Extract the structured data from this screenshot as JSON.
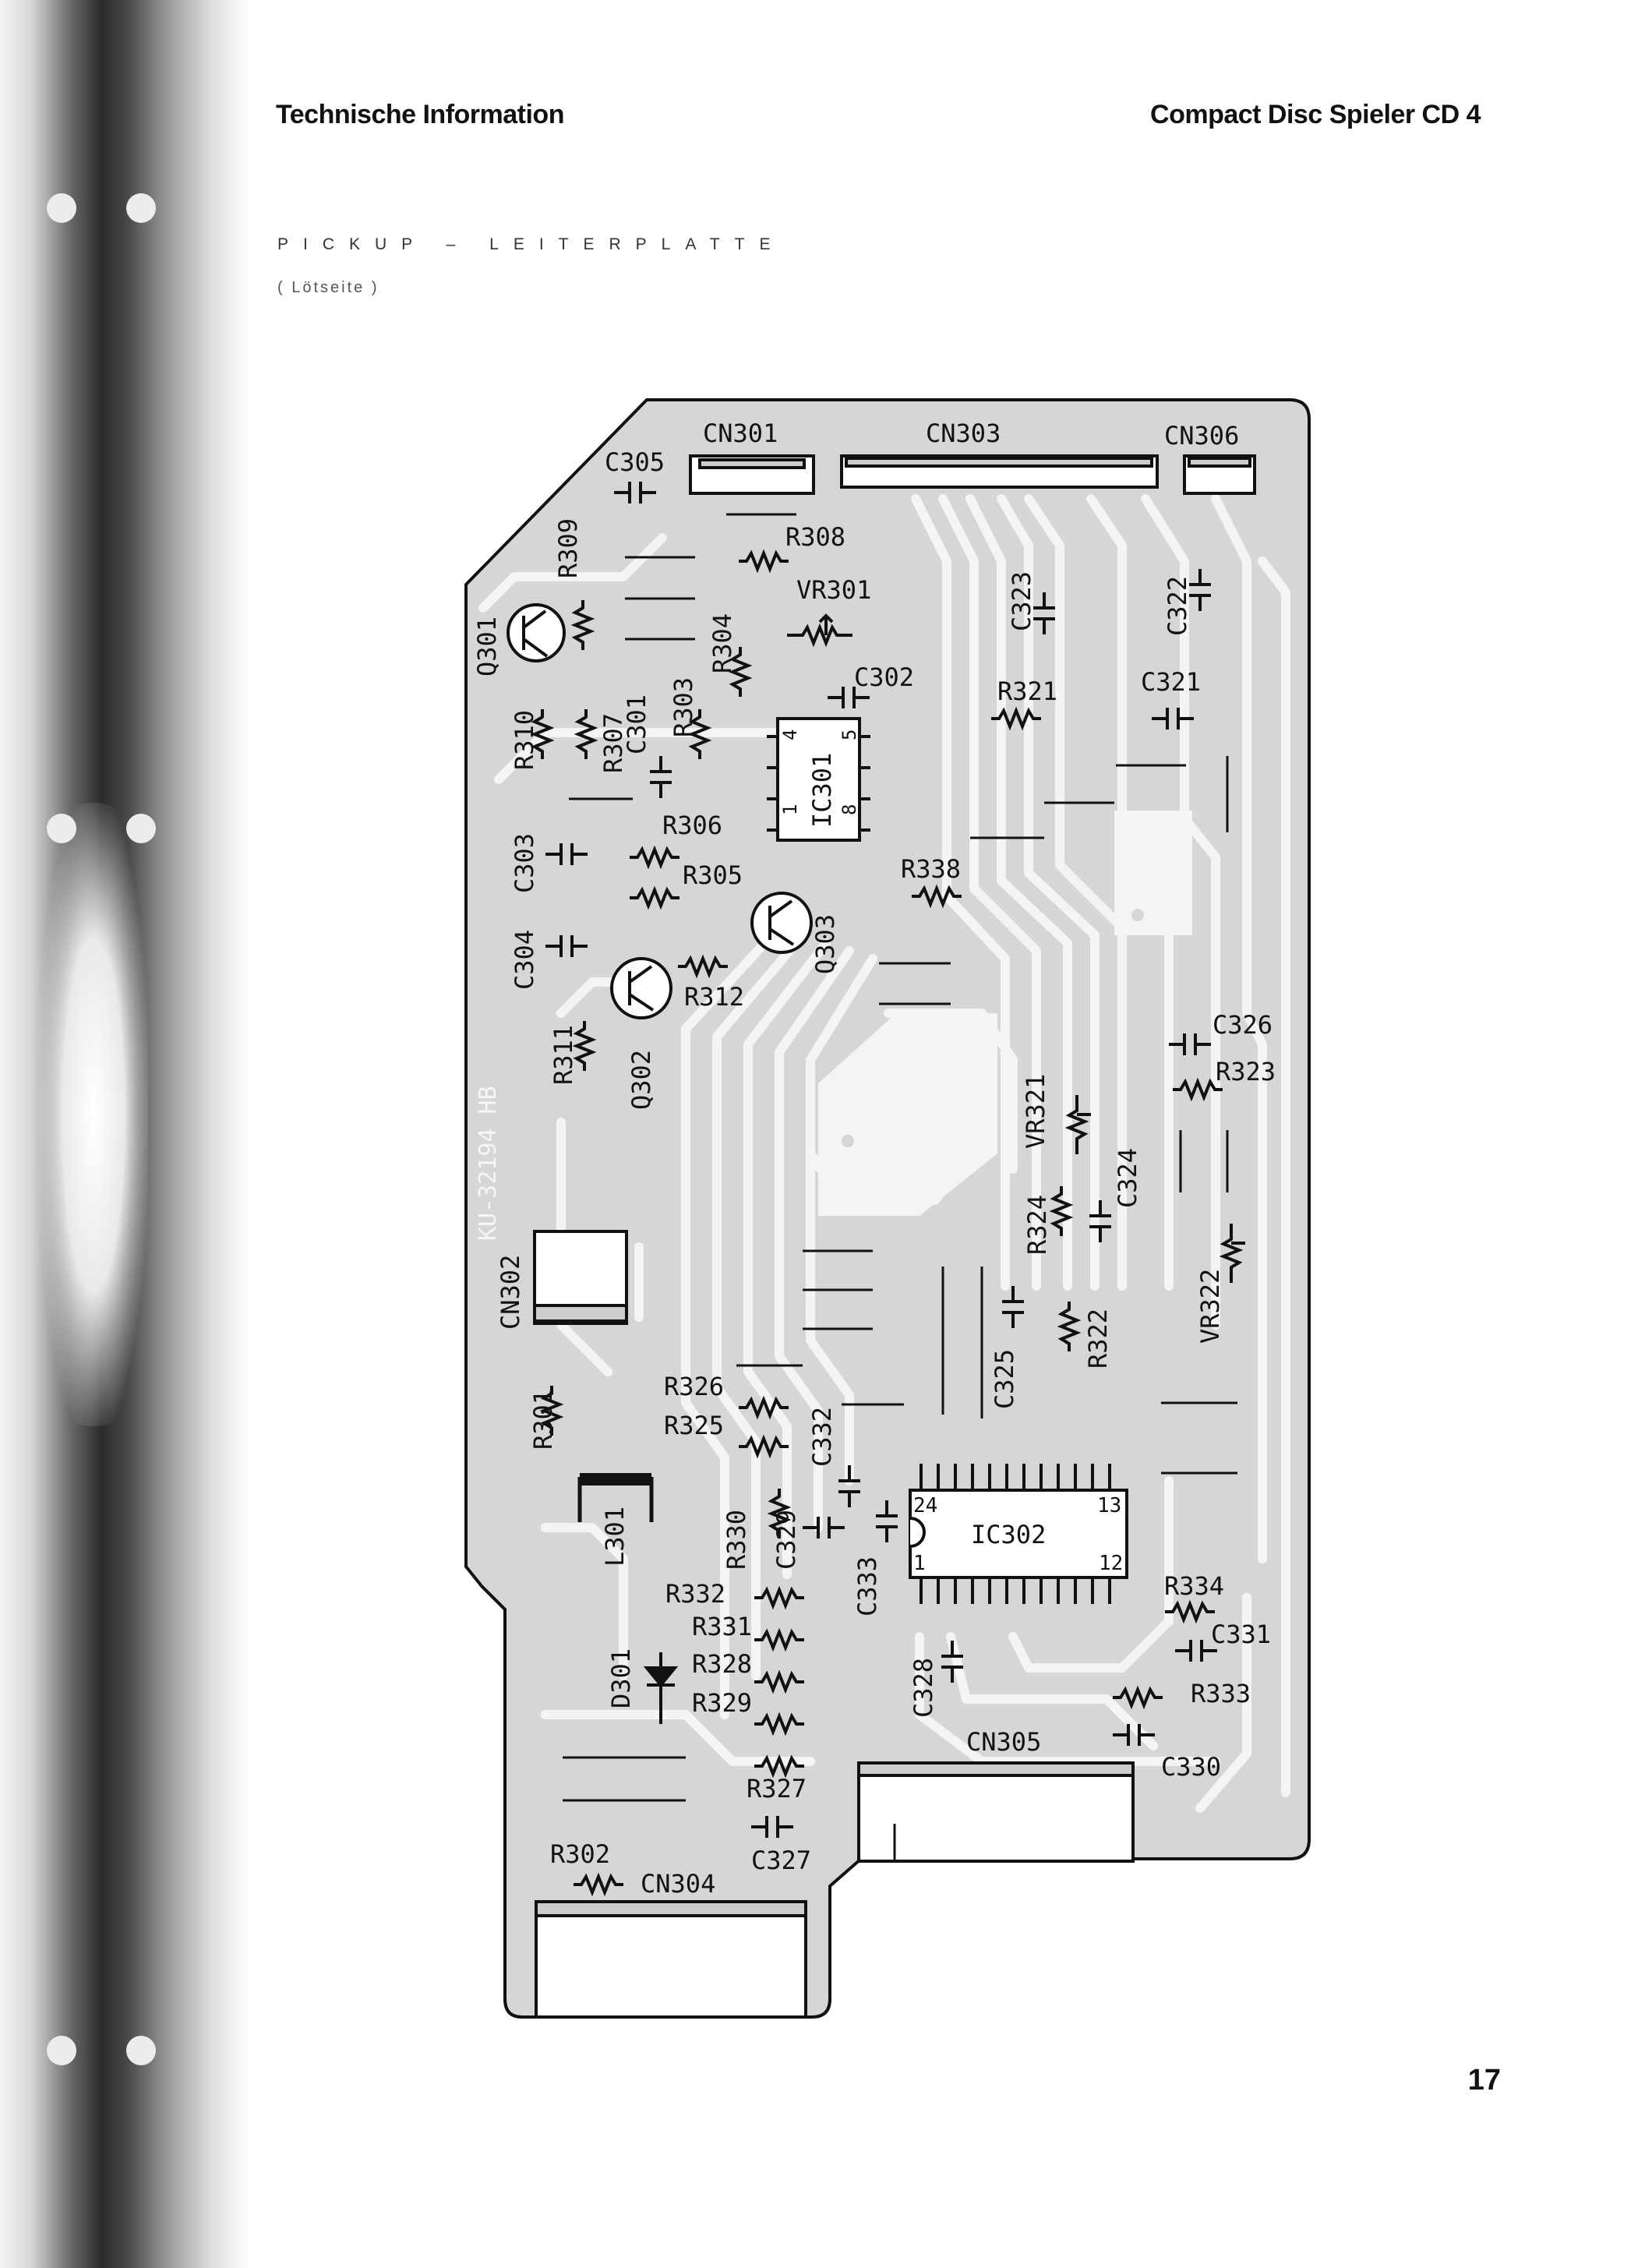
{
  "header": {
    "left": "Technische Information",
    "right": "Compact Disc Spieler CD 4"
  },
  "section": {
    "title": "PICKUP – LEITERPLATTE",
    "note": "( Lötseite )"
  },
  "page_number": "17",
  "board": {
    "part_number": "KU-32194 HB",
    "connectors": [
      "CN301",
      "CN303",
      "CN306",
      "CN302",
      "CN304",
      "CN305"
    ],
    "ics": [
      {
        "name": "IC301",
        "pins": [
          "1",
          "4",
          "5",
          "8"
        ]
      },
      {
        "name": "IC302",
        "pins": [
          "1",
          "12",
          "13",
          "24"
        ]
      }
    ],
    "transistors": [
      "Q301",
      "Q302",
      "Q303"
    ],
    "trimmers": [
      "VR301",
      "VR321",
      "VR322"
    ],
    "diodes": [
      "D301"
    ],
    "coils": [
      "L301"
    ],
    "resistors": [
      "R301",
      "R302",
      "R303",
      "R304",
      "R305",
      "R306",
      "R307",
      "R308",
      "R309",
      "R310",
      "R311",
      "R312",
      "R321",
      "R322",
      "R323",
      "R324",
      "R325",
      "R326",
      "R327",
      "R328",
      "R329",
      "R330",
      "R331",
      "R332",
      "R333",
      "R334",
      "R338"
    ],
    "capacitors": [
      "C301",
      "C302",
      "C303",
      "C304",
      "C305",
      "C321",
      "C322",
      "C323",
      "C324",
      "C325",
      "C326",
      "C327",
      "C328",
      "C329",
      "C330",
      "C331",
      "C332",
      "C333"
    ]
  }
}
